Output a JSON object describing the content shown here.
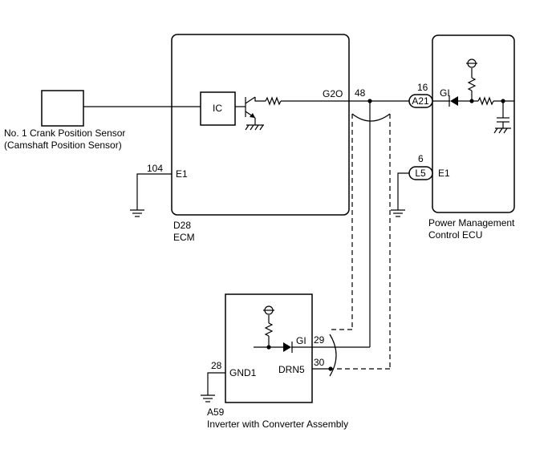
{
  "components": {
    "sensor": {
      "line1": "No. 1 Crank Position Sensor",
      "line2": "(Camshaft Position Sensor)"
    },
    "ecm": {
      "code": "D28",
      "name": "ECM",
      "ic_label": "IC",
      "g2o_label": "G2O",
      "pin_48": "48",
      "pin_104": "104",
      "e1_label": "E1"
    },
    "pm_ecu": {
      "line1": "Power Management",
      "line2": "Control ECU",
      "gi_label": "GI",
      "pin_16": "16",
      "connector_a21": "A21",
      "pin_6": "6",
      "connector_l5": "L5",
      "e1_label": "E1"
    },
    "inverter": {
      "code": "A59",
      "name": "Inverter with Converter Assembly",
      "gi_label": "GI",
      "pin_29": "29",
      "drn5_label": "DRN5",
      "pin_30": "30",
      "pin_28": "28",
      "gnd1_label": "GND1"
    }
  }
}
